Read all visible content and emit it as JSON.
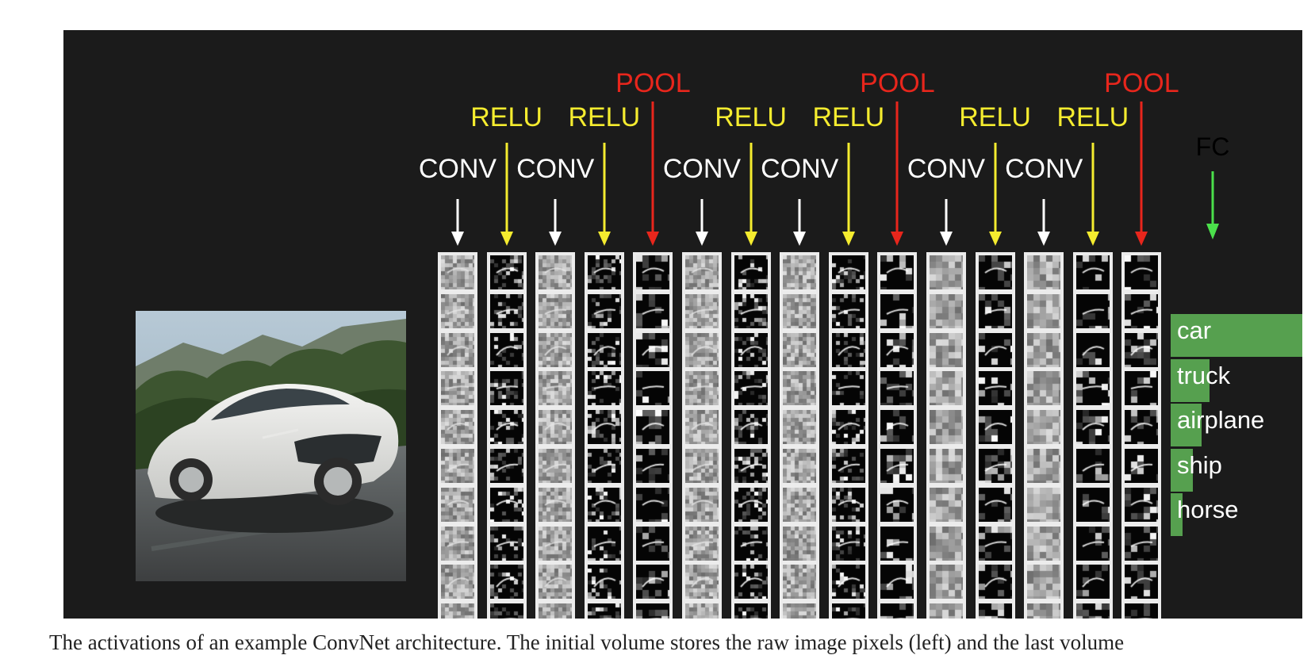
{
  "diagram": {
    "layers": [
      {
        "label": "CONV",
        "kind": "conv"
      },
      {
        "label": "RELU",
        "kind": "relu"
      },
      {
        "label": "CONV",
        "kind": "conv"
      },
      {
        "label": "RELU",
        "kind": "relu"
      },
      {
        "label": "POOL",
        "kind": "pool"
      },
      {
        "label": "CONV",
        "kind": "conv"
      },
      {
        "label": "RELU",
        "kind": "relu"
      },
      {
        "label": "CONV",
        "kind": "conv"
      },
      {
        "label": "RELU",
        "kind": "relu"
      },
      {
        "label": "POOL",
        "kind": "pool"
      },
      {
        "label": "CONV",
        "kind": "conv"
      },
      {
        "label": "RELU",
        "kind": "relu"
      },
      {
        "label": "CONV",
        "kind": "conv"
      },
      {
        "label": "RELU",
        "kind": "relu"
      },
      {
        "label": "POOL",
        "kind": "pool"
      }
    ],
    "fc_label": "FC",
    "classes": [
      {
        "label": "car",
        "score": 1.0
      },
      {
        "label": "truck",
        "score": 0.23
      },
      {
        "label": "airplane",
        "score": 0.18
      },
      {
        "label": "ship",
        "score": 0.13
      },
      {
        "label": "horse",
        "score": 0.07
      }
    ],
    "colors": {
      "background": "#1b1b1b",
      "conv": "#ffffff",
      "relu": "#f5ec2f",
      "pool": "#e8261c",
      "fc": "#4be04b",
      "bar": "#56a04f"
    },
    "input_image": "white-tesla-sedan-photo"
  },
  "caption": "The activations of an example ConvNet architecture. The initial volume stores the raw image pixels (left) and the last volume"
}
